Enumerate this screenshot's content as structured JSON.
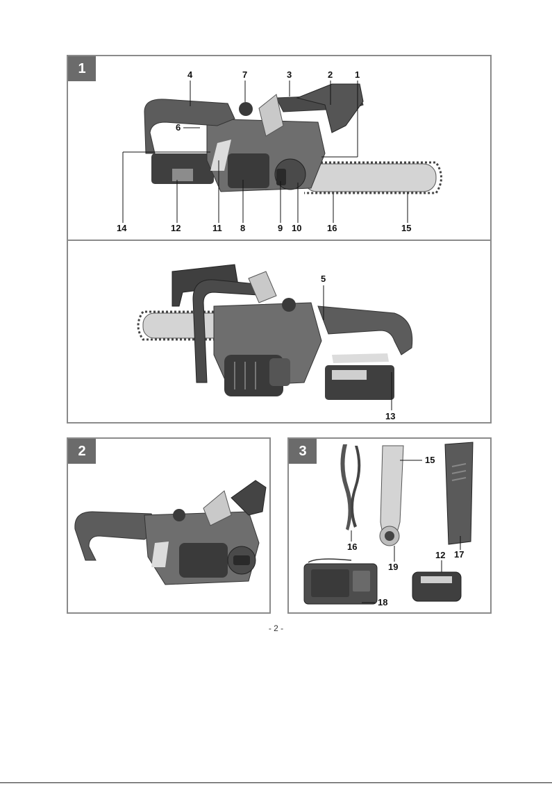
{
  "figures": [
    {
      "number": "1",
      "callouts_top": [
        "4",
        "7",
        "3",
        "2",
        "1",
        "6",
        "14",
        "12",
        "11",
        "8",
        "9",
        "10",
        "16",
        "15"
      ],
      "callouts_bottom": [
        "5",
        "13"
      ]
    },
    {
      "number": "2"
    },
    {
      "number": "3",
      "callouts": [
        "16",
        "15",
        "17",
        "19",
        "12",
        "18"
      ]
    }
  ],
  "page_number": "- 2 -",
  "colors": {
    "frame": "#8a8a8a",
    "badge": "#6b6b6b",
    "body_dark": "#4a4a4a",
    "body_mid": "#6e6e6e",
    "metal": "#c9c9c9"
  }
}
